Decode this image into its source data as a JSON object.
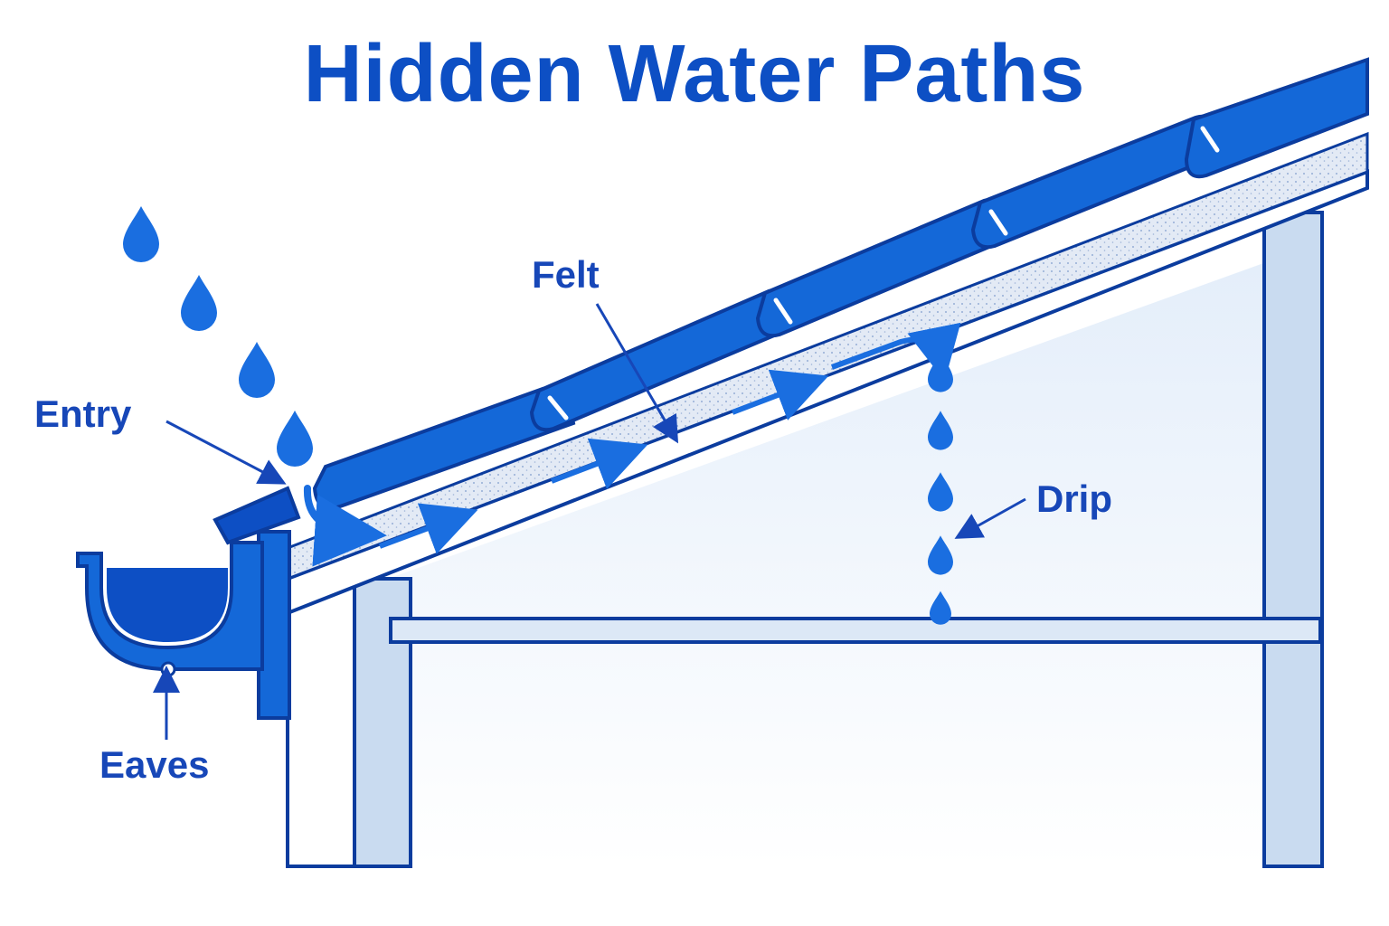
{
  "title": "Hidden Water Paths",
  "labels": {
    "entry": "Entry",
    "felt": "Felt",
    "drip": "Drip",
    "eaves": "Eaves"
  },
  "colors": {
    "title": "#0d4fc4",
    "label": "#1747b8",
    "tile": "#1468d8",
    "tile_dark": "#0a3fa8",
    "outline": "#0b3c9e",
    "water": "#1a6ee0",
    "gutter_water": "#0d4fc4",
    "felt": "#dde6f3",
    "wall_fill": "#c9dbf0",
    "interior_fill": "#eef4fb"
  },
  "icons": {
    "raindrop": "raindrop-icon",
    "flow_arrow": "flow-arrow-icon",
    "pointer_arrow": "pointer-arrow-icon"
  }
}
